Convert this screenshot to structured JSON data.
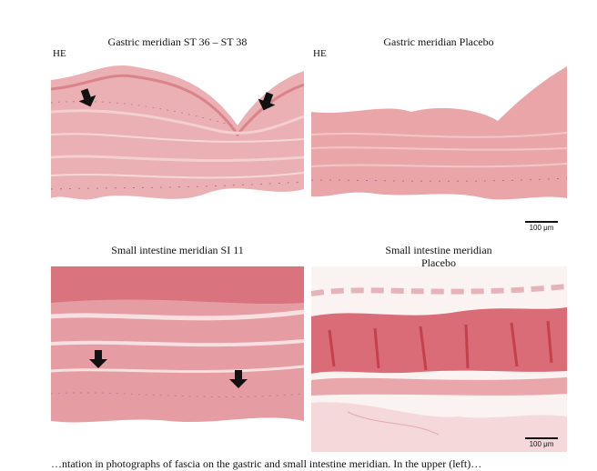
{
  "panels": [
    {
      "title": "Gastric meridian ST 36 – ST 38",
      "label": "HE"
    },
    {
      "title": "Gastric meridian Placebo",
      "label": "HE"
    },
    {
      "title": "Small intestine meridian SI 11",
      "label": ""
    },
    {
      "title_line1": "Small intestine meridian",
      "title_line2": "Placebo",
      "label": ""
    }
  ],
  "scale_bar": "100 μm",
  "caption_fragment": "…ntation in photographs of fascia on the gastric and small intestine meridian. In the upper (left)…",
  "colors": {
    "tissue": "#e8a8ac",
    "muscle": "#d9606a",
    "background": "#ffffff"
  }
}
